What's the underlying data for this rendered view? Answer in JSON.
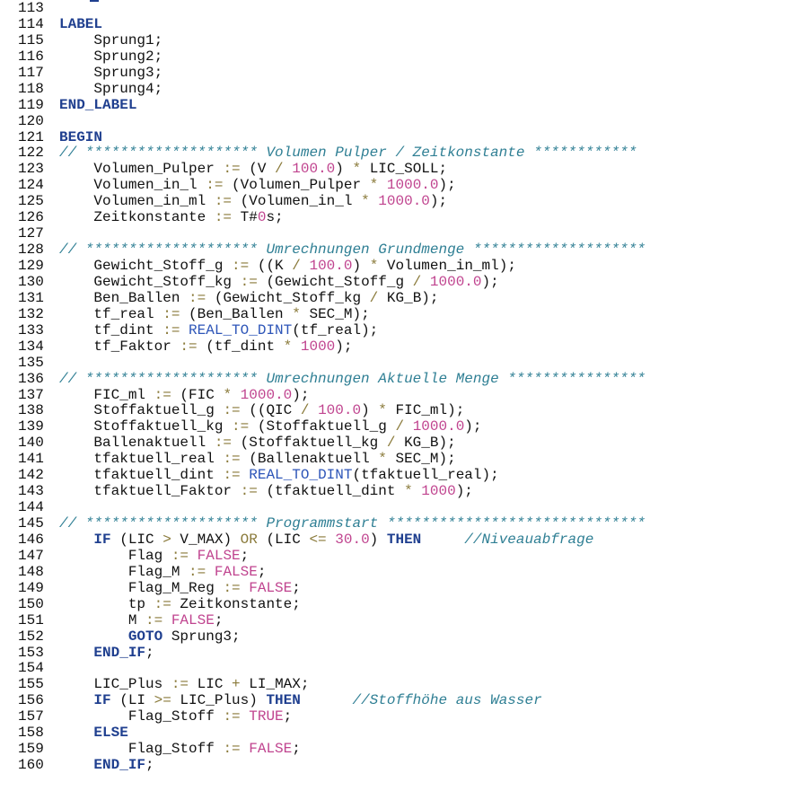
{
  "lines": [
    {
      "n": "113",
      "tokens": []
    },
    {
      "n": "114",
      "tokens": [
        [
          "kw",
          "LABEL"
        ]
      ]
    },
    {
      "n": "115",
      "tokens": [
        [
          "t",
          "    Sprung1;"
        ]
      ]
    },
    {
      "n": "116",
      "tokens": [
        [
          "t",
          "    Sprung2;"
        ]
      ]
    },
    {
      "n": "117",
      "tokens": [
        [
          "t",
          "    Sprung3;"
        ]
      ]
    },
    {
      "n": "118",
      "tokens": [
        [
          "t",
          "    Sprung4;"
        ]
      ]
    },
    {
      "n": "119",
      "tokens": [
        [
          "kw",
          "END_LABEL"
        ]
      ]
    },
    {
      "n": "120",
      "tokens": []
    },
    {
      "n": "121",
      "tokens": [
        [
          "kw",
          "BEGIN"
        ]
      ]
    },
    {
      "n": "122",
      "tokens": [
        [
          "cmt",
          "// ******************** Volumen Pulper / Zeitkonstante ************"
        ]
      ]
    },
    {
      "n": "123",
      "tokens": [
        [
          "t",
          "    Volumen_Pulper "
        ],
        [
          "op",
          ":="
        ],
        [
          "t",
          " (V "
        ],
        [
          "op",
          "/"
        ],
        [
          "t",
          " "
        ],
        [
          "num",
          "100.0"
        ],
        [
          "t",
          ") "
        ],
        [
          "op",
          "*"
        ],
        [
          "t",
          " LIC_SOLL;"
        ]
      ]
    },
    {
      "n": "124",
      "tokens": [
        [
          "t",
          "    Volumen_in_l "
        ],
        [
          "op",
          ":="
        ],
        [
          "t",
          " (Volumen_Pulper "
        ],
        [
          "op",
          "*"
        ],
        [
          "t",
          " "
        ],
        [
          "num",
          "1000.0"
        ],
        [
          "t",
          ");"
        ]
      ]
    },
    {
      "n": "125",
      "tokens": [
        [
          "t",
          "    Volumen_in_ml "
        ],
        [
          "op",
          ":="
        ],
        [
          "t",
          " (Volumen_in_l "
        ],
        [
          "op",
          "*"
        ],
        [
          "t",
          " "
        ],
        [
          "num",
          "1000.0"
        ],
        [
          "t",
          ");"
        ]
      ]
    },
    {
      "n": "126",
      "tokens": [
        [
          "t",
          "    Zeitkonstante "
        ],
        [
          "op",
          ":="
        ],
        [
          "t",
          " T#"
        ],
        [
          "num",
          "0"
        ],
        [
          "t",
          "s;"
        ]
      ]
    },
    {
      "n": "127",
      "tokens": []
    },
    {
      "n": "128",
      "tokens": [
        [
          "cmt",
          "// ******************** Umrechnungen Grundmenge ********************"
        ]
      ]
    },
    {
      "n": "129",
      "tokens": [
        [
          "t",
          "    Gewicht_Stoff_g "
        ],
        [
          "op",
          ":="
        ],
        [
          "t",
          " ((K "
        ],
        [
          "op",
          "/"
        ],
        [
          "t",
          " "
        ],
        [
          "num",
          "100.0"
        ],
        [
          "t",
          ") "
        ],
        [
          "op",
          "*"
        ],
        [
          "t",
          " Volumen_in_ml);"
        ]
      ]
    },
    {
      "n": "130",
      "tokens": [
        [
          "t",
          "    Gewicht_Stoff_kg "
        ],
        [
          "op",
          ":="
        ],
        [
          "t",
          " (Gewicht_Stoff_g "
        ],
        [
          "op",
          "/"
        ],
        [
          "t",
          " "
        ],
        [
          "num",
          "1000.0"
        ],
        [
          "t",
          ");"
        ]
      ]
    },
    {
      "n": "131",
      "tokens": [
        [
          "t",
          "    Ben_Ballen "
        ],
        [
          "op",
          ":="
        ],
        [
          "t",
          " (Gewicht_Stoff_kg "
        ],
        [
          "op",
          "/"
        ],
        [
          "t",
          " KG_B);"
        ]
      ]
    },
    {
      "n": "132",
      "tokens": [
        [
          "t",
          "    tf_real "
        ],
        [
          "op",
          ":="
        ],
        [
          "t",
          " (Ben_Ballen "
        ],
        [
          "op",
          "*"
        ],
        [
          "t",
          " SEC_M);"
        ]
      ]
    },
    {
      "n": "133",
      "tokens": [
        [
          "t",
          "    tf_dint "
        ],
        [
          "op",
          ":="
        ],
        [
          "t",
          " "
        ],
        [
          "fn",
          "REAL_TO_DINT"
        ],
        [
          "t",
          "(tf_real);"
        ]
      ]
    },
    {
      "n": "134",
      "tokens": [
        [
          "t",
          "    tf_Faktor "
        ],
        [
          "op",
          ":="
        ],
        [
          "t",
          " (tf_dint "
        ],
        [
          "op",
          "*"
        ],
        [
          "t",
          " "
        ],
        [
          "num",
          "1000"
        ],
        [
          "t",
          ");"
        ]
      ]
    },
    {
      "n": "135",
      "tokens": []
    },
    {
      "n": "136",
      "tokens": [
        [
          "cmt",
          "// ******************** Umrechnungen Aktuelle Menge ****************"
        ]
      ]
    },
    {
      "n": "137",
      "tokens": [
        [
          "t",
          "    FIC_ml "
        ],
        [
          "op",
          ":="
        ],
        [
          "t",
          " (FIC "
        ],
        [
          "op",
          "*"
        ],
        [
          "t",
          " "
        ],
        [
          "num",
          "1000.0"
        ],
        [
          "t",
          ");"
        ]
      ]
    },
    {
      "n": "138",
      "tokens": [
        [
          "t",
          "    Stoffaktuell_g "
        ],
        [
          "op",
          ":="
        ],
        [
          "t",
          " ((QIC "
        ],
        [
          "op",
          "/"
        ],
        [
          "t",
          " "
        ],
        [
          "num",
          "100.0"
        ],
        [
          "t",
          ") "
        ],
        [
          "op",
          "*"
        ],
        [
          "t",
          " FIC_ml);"
        ]
      ]
    },
    {
      "n": "139",
      "tokens": [
        [
          "t",
          "    Stoffaktuell_kg "
        ],
        [
          "op",
          ":="
        ],
        [
          "t",
          " (Stoffaktuell_g "
        ],
        [
          "op",
          "/"
        ],
        [
          "t",
          " "
        ],
        [
          "num",
          "1000.0"
        ],
        [
          "t",
          ");"
        ]
      ]
    },
    {
      "n": "140",
      "tokens": [
        [
          "t",
          "    Ballenaktuell "
        ],
        [
          "op",
          ":="
        ],
        [
          "t",
          " (Stoffaktuell_kg "
        ],
        [
          "op",
          "/"
        ],
        [
          "t",
          " KG_B);"
        ]
      ]
    },
    {
      "n": "141",
      "tokens": [
        [
          "t",
          "    tfaktuell_real "
        ],
        [
          "op",
          ":="
        ],
        [
          "t",
          " (Ballenaktuell "
        ],
        [
          "op",
          "*"
        ],
        [
          "t",
          " SEC_M);"
        ]
      ]
    },
    {
      "n": "142",
      "tokens": [
        [
          "t",
          "    tfaktuell_dint "
        ],
        [
          "op",
          ":="
        ],
        [
          "t",
          " "
        ],
        [
          "fn",
          "REAL_TO_DINT"
        ],
        [
          "t",
          "(tfaktuell_real);"
        ]
      ]
    },
    {
      "n": "143",
      "tokens": [
        [
          "t",
          "    tfaktuell_Faktor "
        ],
        [
          "op",
          ":="
        ],
        [
          "t",
          " (tfaktuell_dint "
        ],
        [
          "op",
          "*"
        ],
        [
          "t",
          " "
        ],
        [
          "num",
          "1000"
        ],
        [
          "t",
          ");"
        ]
      ]
    },
    {
      "n": "144",
      "tokens": []
    },
    {
      "n": "145",
      "tokens": [
        [
          "cmt",
          "// ******************** Programmstart ******************************"
        ]
      ]
    },
    {
      "n": "146",
      "tokens": [
        [
          "t",
          "    "
        ],
        [
          "kw",
          "IF"
        ],
        [
          "t",
          " (LIC "
        ],
        [
          "op",
          ">"
        ],
        [
          "t",
          " V_MAX) "
        ],
        [
          "op",
          "OR"
        ],
        [
          "t",
          " (LIC "
        ],
        [
          "op",
          "<="
        ],
        [
          "t",
          " "
        ],
        [
          "num",
          "30.0"
        ],
        [
          "t",
          ") "
        ],
        [
          "kw",
          "THEN"
        ],
        [
          "t",
          "     "
        ],
        [
          "cmt",
          "//Niveauabfrage"
        ]
      ]
    },
    {
      "n": "147",
      "tokens": [
        [
          "t",
          "        Flag "
        ],
        [
          "op",
          ":="
        ],
        [
          "t",
          " "
        ],
        [
          "num",
          "FALSE"
        ],
        [
          "t",
          ";"
        ]
      ]
    },
    {
      "n": "148",
      "tokens": [
        [
          "t",
          "        Flag_M "
        ],
        [
          "op",
          ":="
        ],
        [
          "t",
          " "
        ],
        [
          "num",
          "FALSE"
        ],
        [
          "t",
          ";"
        ]
      ]
    },
    {
      "n": "149",
      "tokens": [
        [
          "t",
          "        Flag_M_Reg "
        ],
        [
          "op",
          ":="
        ],
        [
          "t",
          " "
        ],
        [
          "num",
          "FALSE"
        ],
        [
          "t",
          ";"
        ]
      ]
    },
    {
      "n": "150",
      "tokens": [
        [
          "t",
          "        tp "
        ],
        [
          "op",
          ":="
        ],
        [
          "t",
          " Zeitkonstante;"
        ]
      ]
    },
    {
      "n": "151",
      "tokens": [
        [
          "t",
          "        M "
        ],
        [
          "op",
          ":="
        ],
        [
          "t",
          " "
        ],
        [
          "num",
          "FALSE"
        ],
        [
          "t",
          ";"
        ]
      ]
    },
    {
      "n": "152",
      "tokens": [
        [
          "t",
          "        "
        ],
        [
          "kw",
          "GOTO"
        ],
        [
          "t",
          " Sprung3;"
        ]
      ]
    },
    {
      "n": "153",
      "tokens": [
        [
          "t",
          "    "
        ],
        [
          "kw",
          "END_IF"
        ],
        [
          "t",
          ";"
        ]
      ]
    },
    {
      "n": "154",
      "tokens": []
    },
    {
      "n": "155",
      "tokens": [
        [
          "t",
          "    LIC_Plus "
        ],
        [
          "op",
          ":="
        ],
        [
          "t",
          " LIC "
        ],
        [
          "op",
          "+"
        ],
        [
          "t",
          " LI_MAX;"
        ]
      ]
    },
    {
      "n": "156",
      "tokens": [
        [
          "t",
          "    "
        ],
        [
          "kw",
          "IF"
        ],
        [
          "t",
          " (LI "
        ],
        [
          "op",
          ">="
        ],
        [
          "t",
          " LIC_Plus) "
        ],
        [
          "kw",
          "THEN"
        ],
        [
          "t",
          "      "
        ],
        [
          "cmt",
          "//Stoffhöhe aus Wasser"
        ]
      ]
    },
    {
      "n": "157",
      "tokens": [
        [
          "t",
          "        Flag_Stoff "
        ],
        [
          "op",
          ":="
        ],
        [
          "t",
          " "
        ],
        [
          "num",
          "TRUE"
        ],
        [
          "t",
          ";"
        ]
      ]
    },
    {
      "n": "158",
      "tokens": [
        [
          "t",
          "    "
        ],
        [
          "kw",
          "ELSE"
        ]
      ]
    },
    {
      "n": "159",
      "tokens": [
        [
          "t",
          "        Flag_Stoff "
        ],
        [
          "op",
          ":="
        ],
        [
          "t",
          " "
        ],
        [
          "num",
          "FALSE"
        ],
        [
          "t",
          ";"
        ]
      ]
    },
    {
      "n": "160",
      "tokens": [
        [
          "t",
          "    "
        ],
        [
          "kw",
          "END_IF"
        ],
        [
          "t",
          ";"
        ]
      ]
    }
  ],
  "colors": {
    "keyword": "#1f3f8f",
    "function": "#2d55b8",
    "operator": "#8a7a3a",
    "literal": "#c0448f",
    "comment": "#2f7f94",
    "text": "#111111"
  }
}
